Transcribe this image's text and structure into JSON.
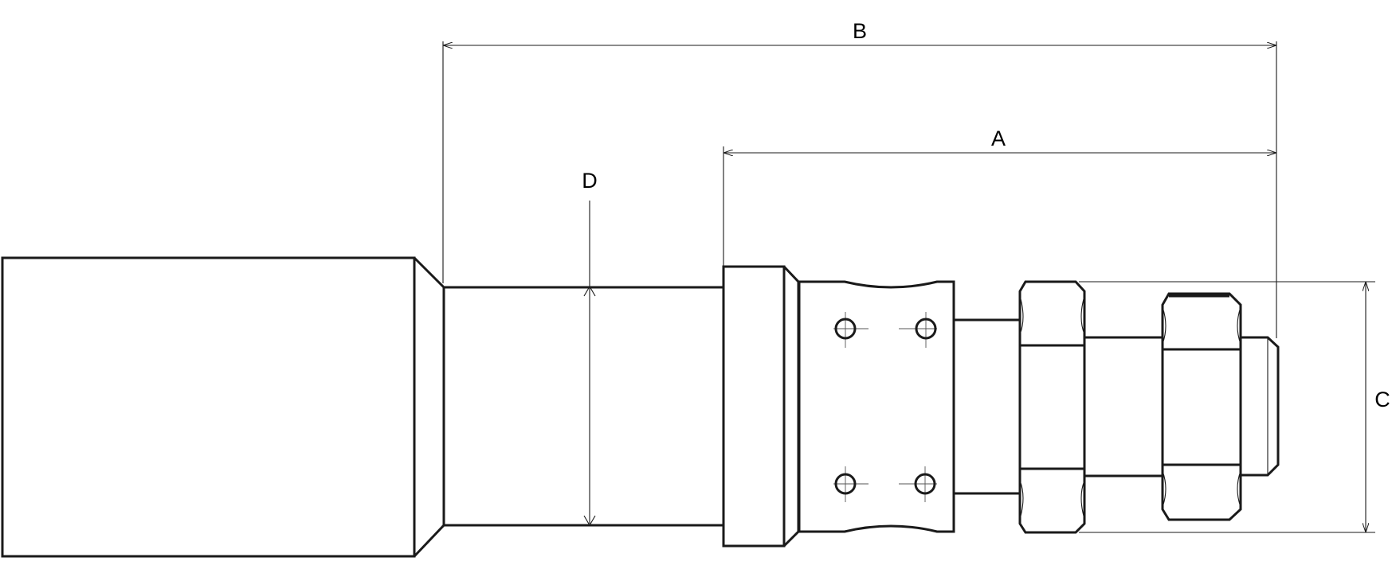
{
  "diagram": {
    "line_color": "#1a1a1a",
    "background": "#ffffff",
    "dimensions": [
      {
        "label": "B"
      },
      {
        "label": "A"
      },
      {
        "label": "D"
      },
      {
        "label": "C"
      }
    ]
  }
}
